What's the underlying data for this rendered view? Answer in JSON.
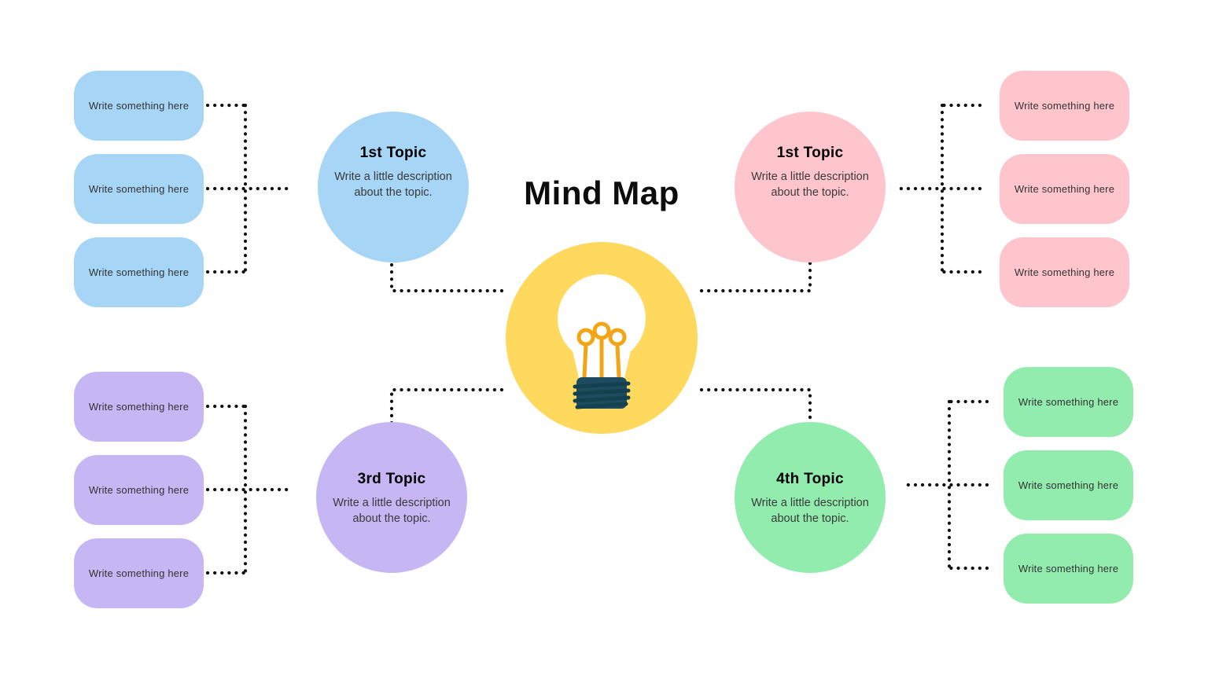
{
  "title": "Mind Map",
  "center_icon": "lightbulb",
  "colors": {
    "blue": "#A6D5F6",
    "pink": "#FFC5CD",
    "purple": "#C7B6F4",
    "green": "#92ECAE",
    "yellow": "#FFD95D",
    "bulb_base": "#1E4B5F",
    "filament": "#F2A516",
    "connector": "#111111",
    "note_text": "#333333",
    "title_text": "#0D0D0D"
  },
  "topics": [
    {
      "position": "top-left",
      "color_name": "blue",
      "label": "1st Topic",
      "description": "Write a little description about the topic.",
      "notes": [
        "Write something here",
        "Write something here",
        "Write something here"
      ]
    },
    {
      "position": "top-right",
      "color_name": "pink",
      "label": "1st Topic",
      "description": "Write a little description about the topic.",
      "notes": [
        "Write something here",
        "Write something here",
        "Write something here"
      ]
    },
    {
      "position": "bottom-left",
      "color_name": "purple",
      "label": "3rd Topic",
      "description": "Write a little description about the topic.",
      "notes": [
        "Write something here",
        "Write something here",
        "Write something here"
      ]
    },
    {
      "position": "bottom-right",
      "color_name": "green",
      "label": "4th Topic",
      "description": "Write a little description about the topic.",
      "notes": [
        "Write something here",
        "Write something here",
        "Write something here"
      ]
    }
  ]
}
